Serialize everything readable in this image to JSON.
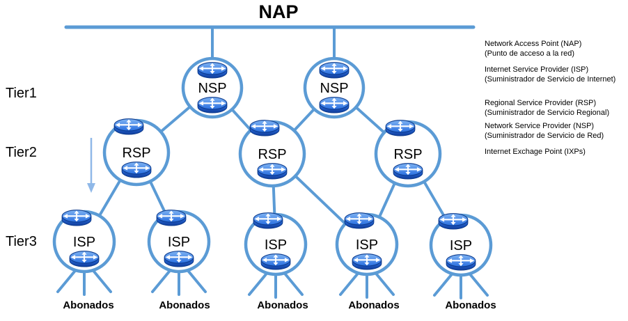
{
  "title": "NAP",
  "tiers": [
    "Tier1",
    "Tier2",
    "Tier3"
  ],
  "nodes": {
    "nsp": [
      "NSP",
      "NSP"
    ],
    "rsp": [
      "RSP",
      "RSP",
      "RSP"
    ],
    "isp": [
      "ISP",
      "ISP",
      "ISP",
      "ISP",
      "ISP"
    ]
  },
  "abonados": [
    "Abonados",
    "Abonados",
    "Abonados",
    "Abonados",
    "Abonados"
  ],
  "legend": [
    {
      "en": "Network Access Point (NAP)",
      "es": "(Punto de acceso a la red)"
    },
    {
      "en": "Internet Service Provider (ISP)",
      "es": "(Suministrador de Servicio de Internet)"
    },
    {
      "en": "Regional Service Provider (RSP)",
      "es": "(Suministrador de Servicio Regional)"
    },
    {
      "en": "Network Service Provider (NSP)",
      "es": "(Suministrador de Servicio de Red)"
    },
    {
      "en": "Internet Exchage Point (IXPs)",
      "es": ""
    }
  ],
  "colors": {
    "line": "#5B9BD5",
    "router": "#2a6fe0",
    "arrow": "#8FB8E8",
    "text": "#000000"
  }
}
